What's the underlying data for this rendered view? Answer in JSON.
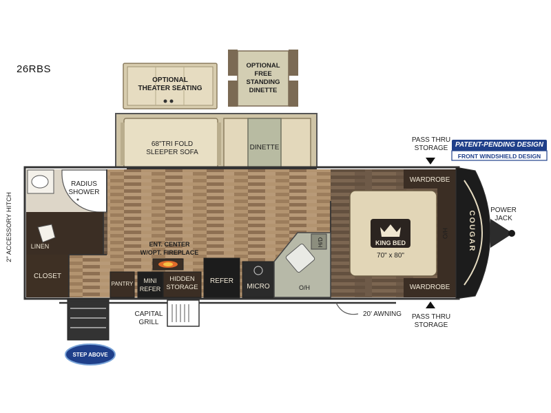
{
  "model": "26RBS",
  "labels": {
    "theater": "OPTIONAL\nTHEATER SEATING",
    "dinette_optional": "OPTIONAL\nFREE\nSTANDING\nDINETTE",
    "sofa": "68\"TRI FOLD\nSLEEPER SOFA",
    "dinette": "DINETTE",
    "pass_thru_top": "PASS THRU\nSTORAGE",
    "pass_thru_bottom": "PASS THRU\nSTORAGE",
    "patent_line1": "PATENT-PENDING DESIGN",
    "patent_line2": "FRONT WINDSHIELD DESIGN",
    "radius_shower": "RADIUS\nSHOWER",
    "wardrobe_top": "WARDROBE",
    "wardrobe_bottom": "WARDROBE",
    "power_jack": "POWER\nJACK",
    "hitch": "2\" ACCESSORY HITCH",
    "linen": "LINEN",
    "closet": "CLOSET",
    "ent_center": "ENT. CENTER\nw/OPT. FIREPLACE",
    "king_bed": "KING BED",
    "bed_size": "70\" x 80\"",
    "ho_side": "H/O",
    "hd": "H/D",
    "pantry": "PANTRY",
    "mini_refer": "MINI\nREFER",
    "hidden_storage": "HIDDEN\nSTORAGE",
    "refer": "REFER",
    "micro": "MICRO",
    "oh": "O/H",
    "capital_grill": "CAPITAL\nGRILL",
    "awning": "20' AWNING",
    "badge": "STEP ABOVE",
    "brand": "COUGAR"
  },
  "colors": {
    "floor_light": "#b89a78",
    "floor_dark": "#6e5a48",
    "cabinet": "#4a3a2c",
    "cushion": "#e8dfc4",
    "accent_blue": "#1f3f8a"
  }
}
